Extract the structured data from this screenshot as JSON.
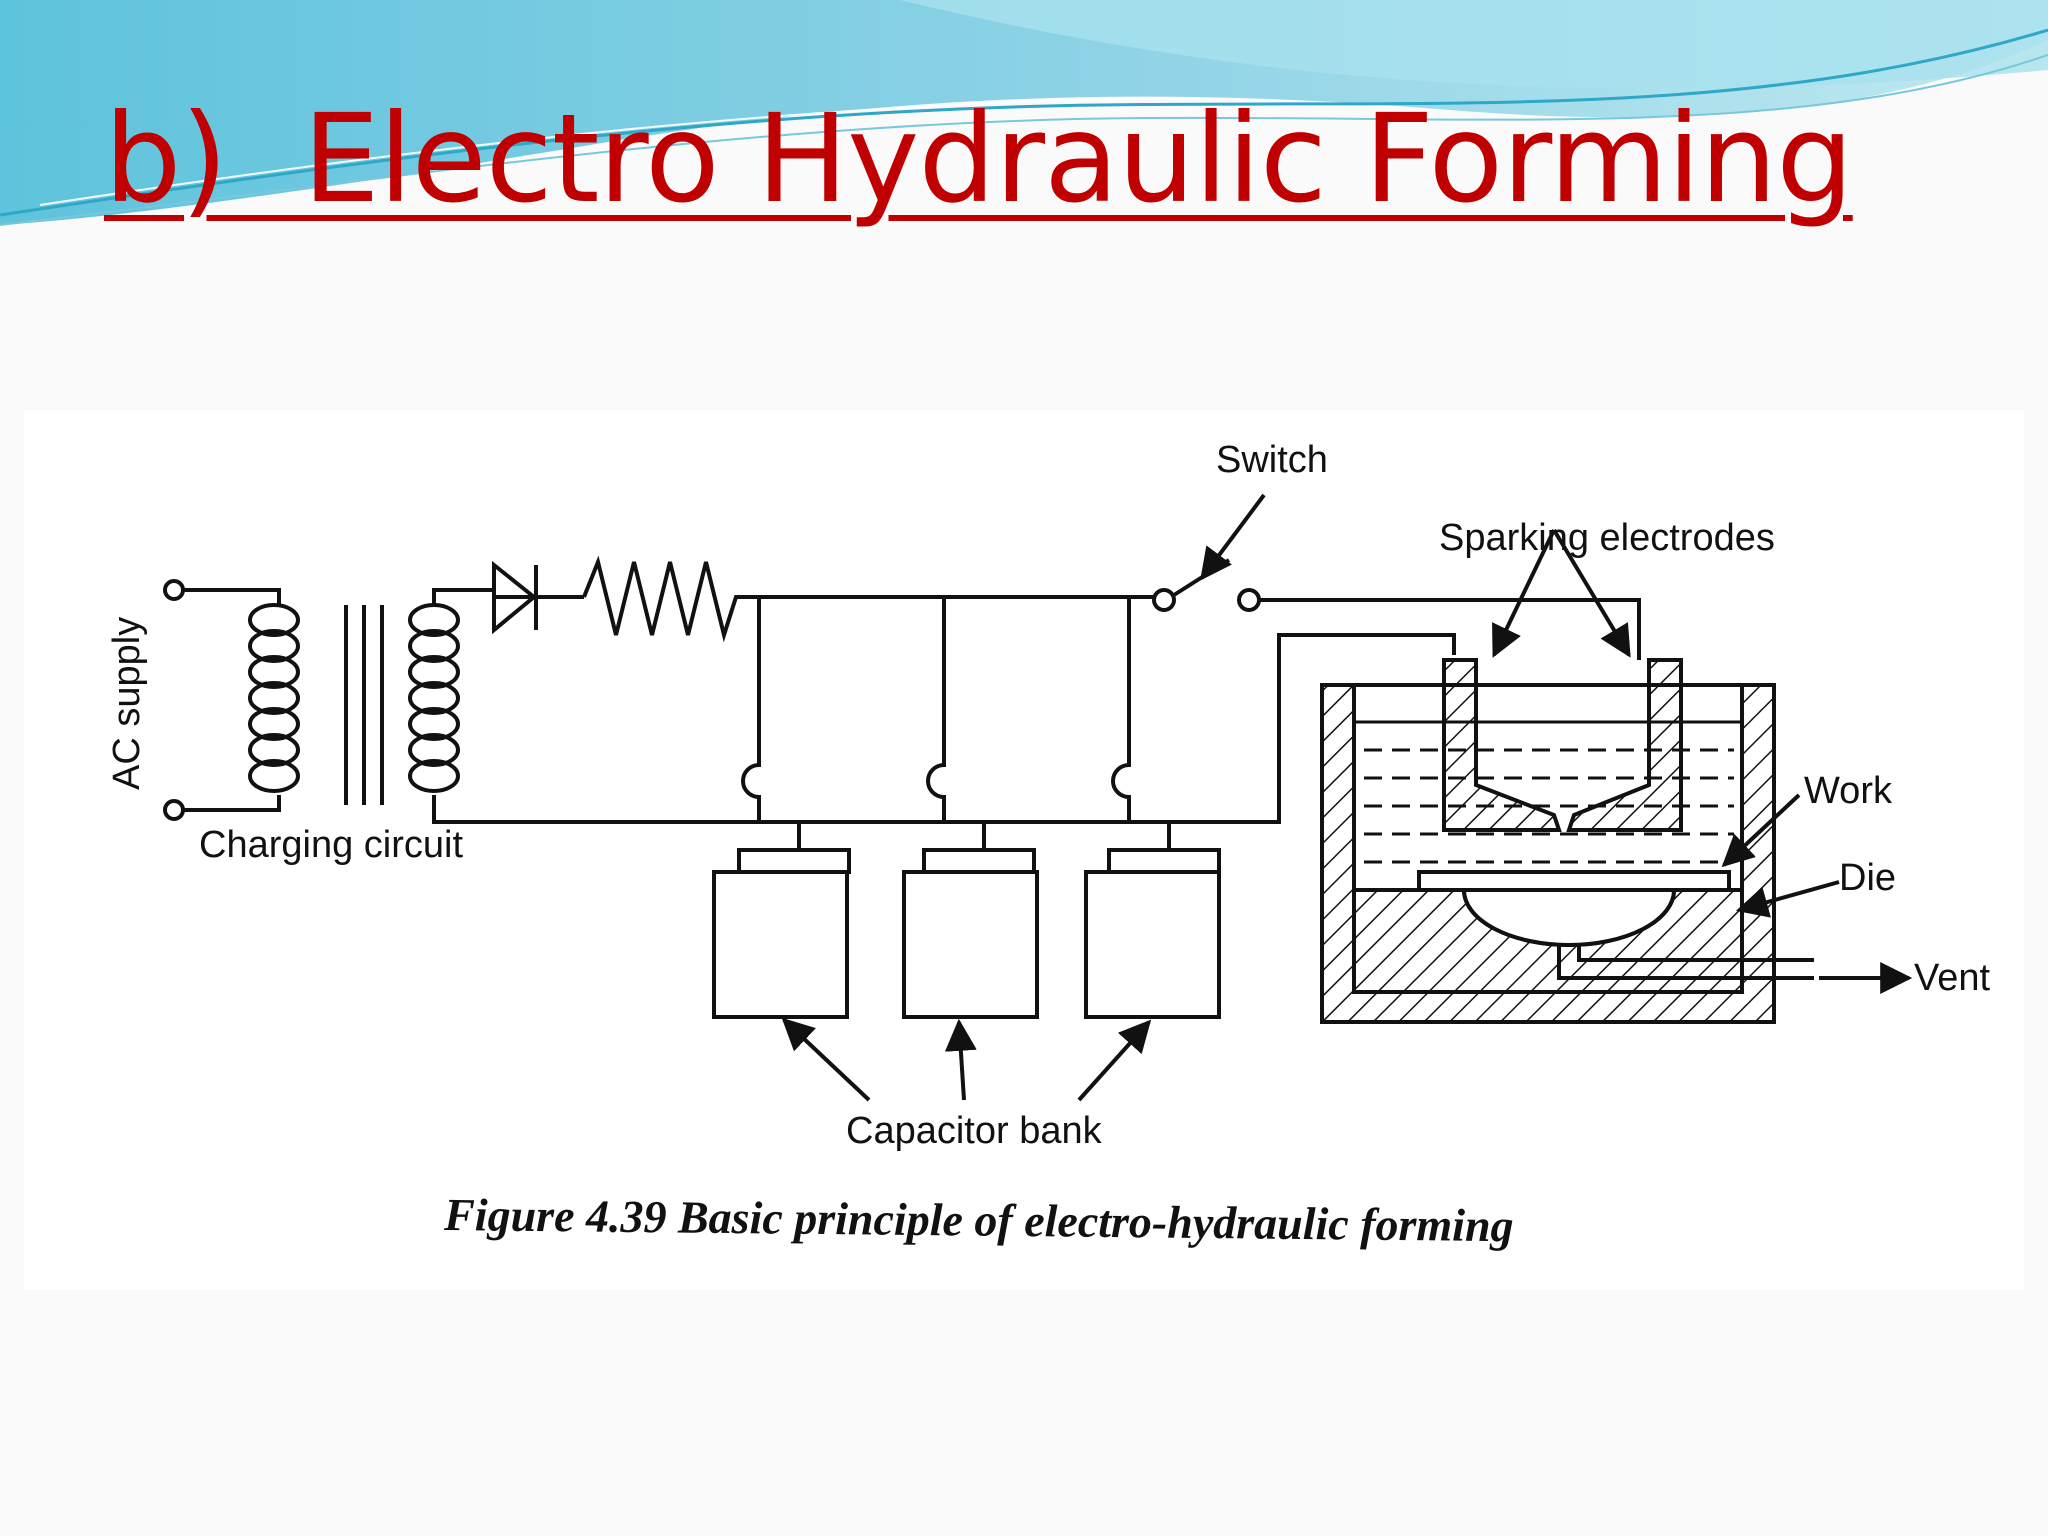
{
  "slide": {
    "title": "b)  Electro Hydraulic Forming"
  },
  "diagram": {
    "labels": {
      "ac_supply": "AC supply",
      "charging_circuit": "Charging circuit",
      "switch": "Switch",
      "sparking_electrodes": "Sparking electrodes",
      "work": "Work",
      "die": "Die",
      "vent": "Vent",
      "capacitor_bank": "Capacitor bank"
    },
    "caption": "Figure 4.39 Basic principle of electro-hydraulic forming"
  },
  "colors": {
    "title": "#c00000",
    "banner_light": "#bfe9f0",
    "banner_dark": "#5bb9d6",
    "ink": "#111111"
  }
}
